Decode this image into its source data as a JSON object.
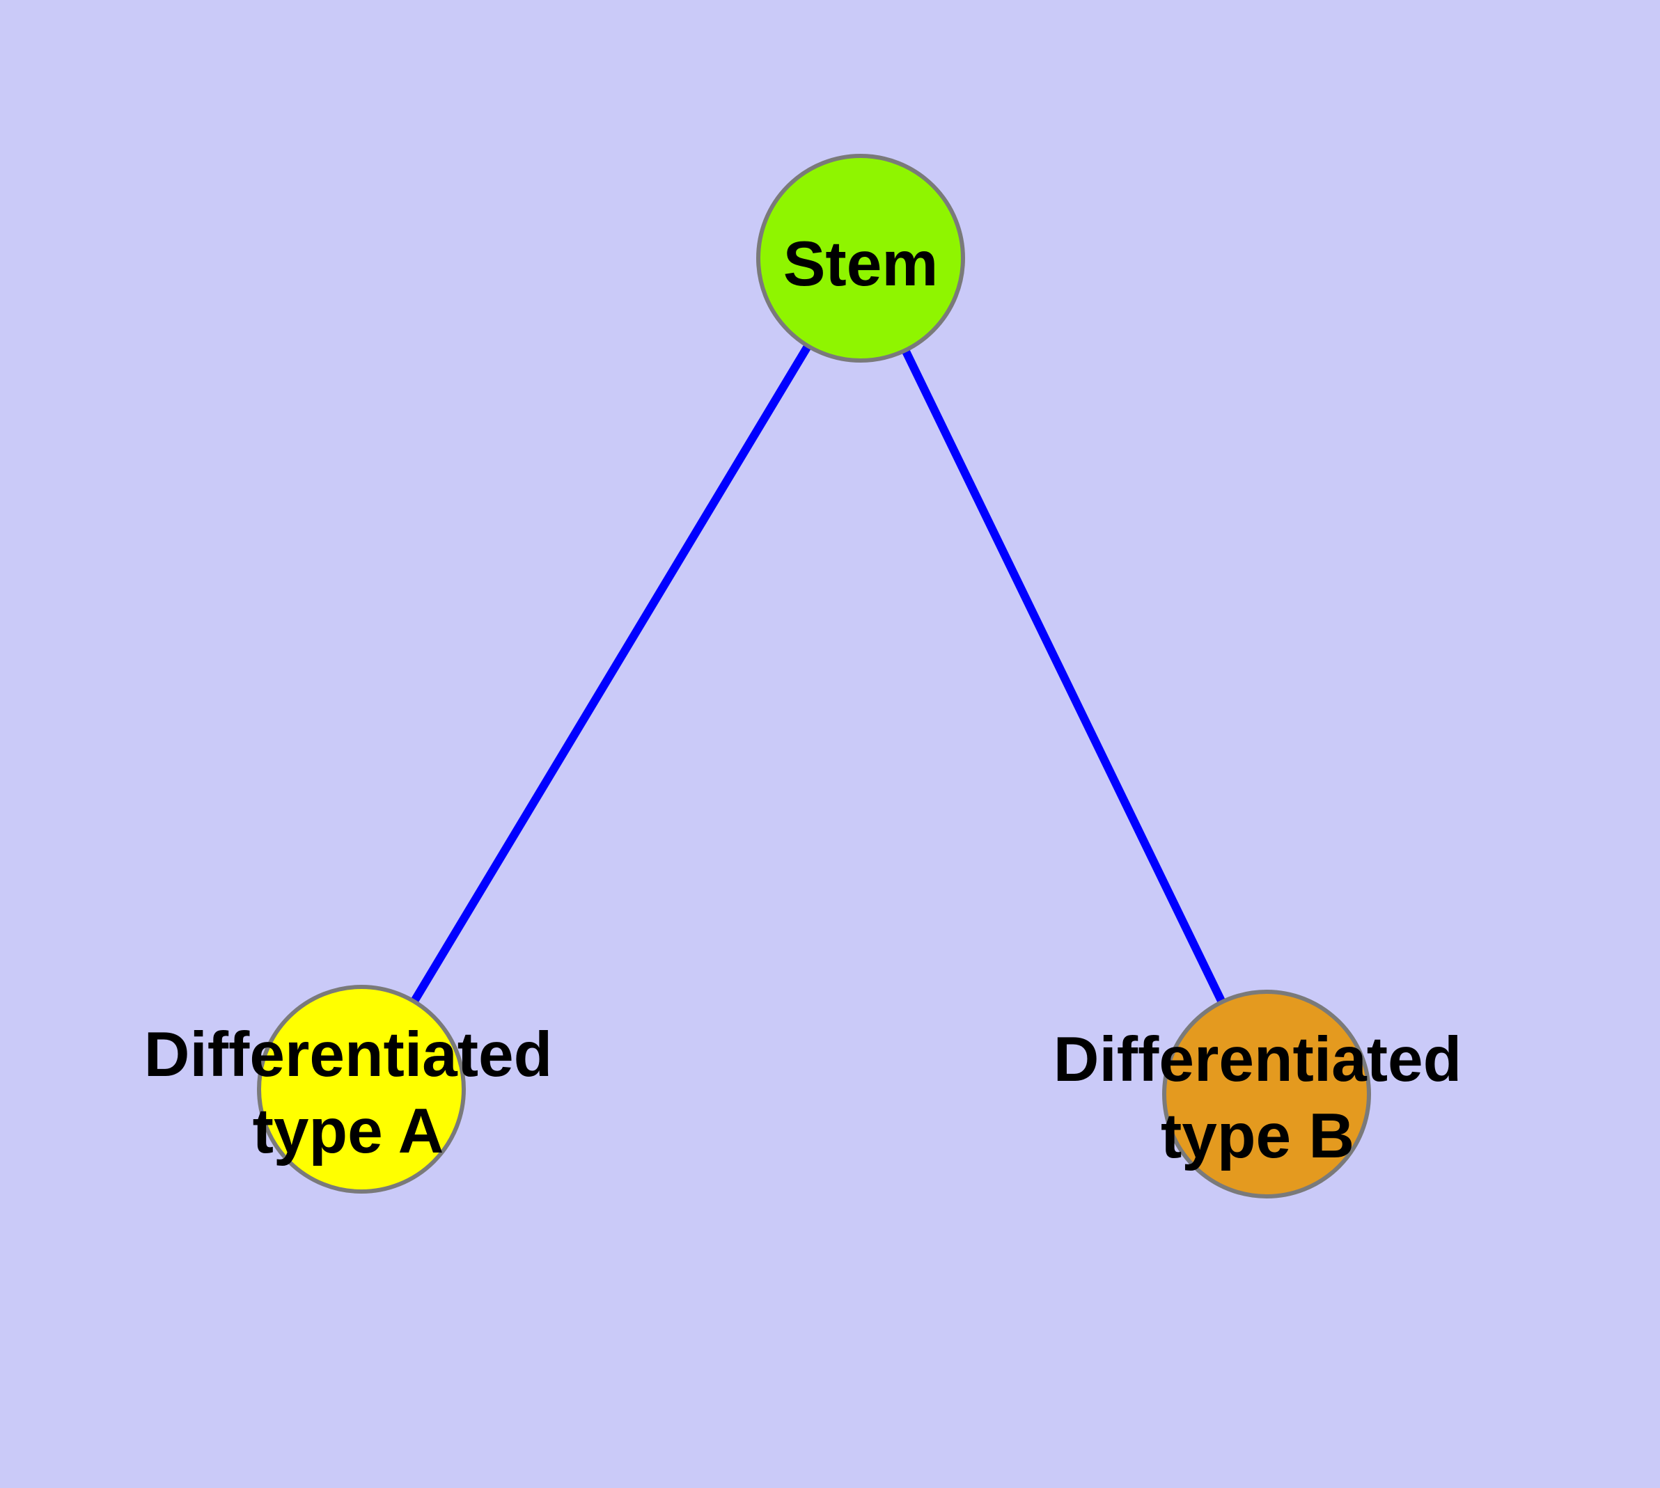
{
  "diagram": {
    "background_color": "#cacaf8",
    "edge_color": "#0000ff",
    "node_border_color": "#7a7a7a",
    "label_color": "#000000",
    "nodes": {
      "stem": {
        "label": "Stem",
        "fill_color": "#8ff500"
      },
      "type_a": {
        "label_line1": "Differentiated",
        "label_line2": "type A",
        "fill_color": "#ffff00"
      },
      "type_b": {
        "label_line1": "Differentiated",
        "label_line2": "type B",
        "fill_color": "#e49a1f"
      }
    },
    "edges": [
      {
        "from": "stem",
        "to": "type_a"
      },
      {
        "from": "stem",
        "to": "type_b"
      }
    ]
  }
}
